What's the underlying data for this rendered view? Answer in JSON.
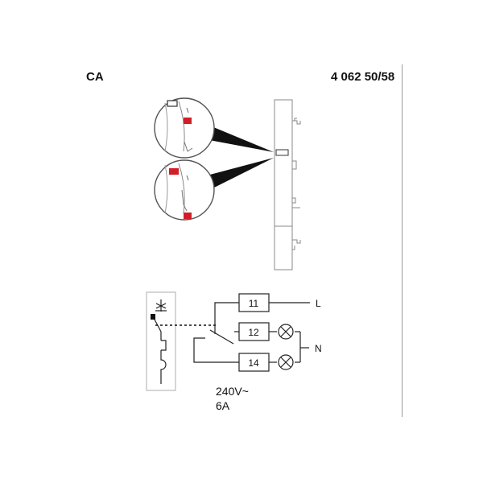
{
  "header": {
    "model_code": "CA",
    "product_ref": "4 062 50/58"
  },
  "schematic": {
    "contacts": [
      "11",
      "12",
      "14"
    ],
    "line_label": "L",
    "neutral_label": "N",
    "voltage": "240V~",
    "current": "6A"
  },
  "colors": {
    "indicator": "#d11f2a",
    "line": "#222222",
    "outline": "#888888",
    "frame": "#bbbbbb"
  }
}
